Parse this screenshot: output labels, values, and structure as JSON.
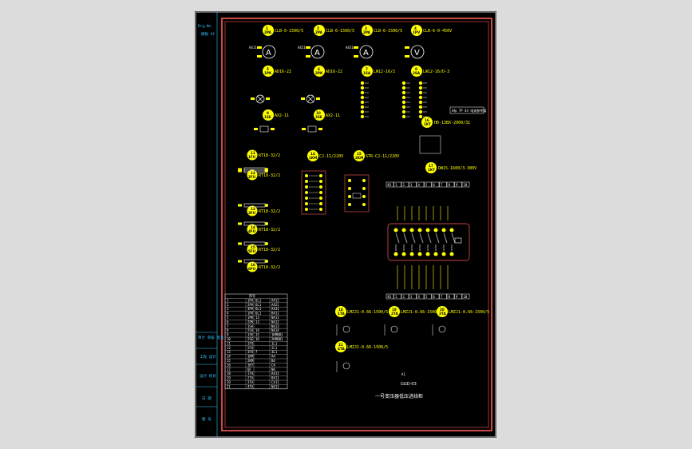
{
  "title_block": {
    "top_label": "Drg.No.",
    "sub_label": "模板 A1",
    "rows": [
      "审计 审核 批准",
      "工程 设计",
      "设计 校对",
      "日 期",
      "图 号"
    ]
  },
  "meters": [
    {
      "tag": "A",
      "num": "1",
      "code": "2PA",
      "label": "CLB-6-1500/5"
    },
    {
      "tag": "A",
      "num": "2",
      "code": "2PA",
      "label": "CLB-6-1500/5"
    },
    {
      "tag": "A",
      "num": "3",
      "code": "2PA",
      "label": "CLB-6-1500/5"
    },
    {
      "tag": "V",
      "num": "4",
      "code": "1PV",
      "label": "CLB-6-0-450V"
    }
  ],
  "meter_terminals": [
    "A411",
    "A421",
    "A431"
  ],
  "row2_devices": [
    {
      "num": "5",
      "code": "1PK",
      "label": "AD16-22"
    },
    {
      "num": "6",
      "code": "2PK",
      "label": "AD16-22"
    },
    {
      "num": "7",
      "code": "1SA",
      "label": "LW12-16/2"
    },
    {
      "num": "8",
      "code": "2SA",
      "label": "LW12-16/D-3"
    }
  ],
  "row3_devices": [
    {
      "num": "9",
      "code": "1SE",
      "label": "AX2-11"
    },
    {
      "num": "10",
      "code": "2SE",
      "label": "AX2-11"
    }
  ],
  "switch_box": "G标 TP 44 电流参考值",
  "right_devices": [
    {
      "num": "16",
      "code": "1KT",
      "label": "HD-13BX-2000/31"
    },
    {
      "num": "17",
      "code": "1KT",
      "label": "DW15-1600/3-380V"
    }
  ],
  "fuses": [
    {
      "num": "11",
      "code": "1FU",
      "label": "RT18-32/2"
    },
    {
      "num": "12",
      "code": "2FU",
      "label": "RT18-32/2"
    },
    {
      "num": "13",
      "code": "3FU",
      "label": "RT18-32/2"
    },
    {
      "num": "14",
      "code": "4FU",
      "label": "RT18-32/2"
    },
    {
      "num": "15",
      "code": "5FU",
      "label": "RT18-32/2"
    },
    {
      "num": "16",
      "code": "6FU",
      "label": "RT18-32/2"
    }
  ],
  "contactors": [
    {
      "num": "14",
      "code": "1KM",
      "label": "CJ-11/220V"
    },
    {
      "num": "15",
      "code": "2KM",
      "label": "STR-CJ-11/220V"
    }
  ],
  "terminal_row_top": [
    "N1",
    "1",
    "2",
    "3",
    "4",
    "5",
    "6",
    "7",
    "8",
    "9",
    "10"
  ],
  "ct_devices": [
    {
      "num": "18",
      "code": "1TA",
      "label": "LMZJ1-0.66-1500/5"
    },
    {
      "num": "19",
      "code": "2TA",
      "label": "LMZJ1-0.66-1500/5"
    },
    {
      "num": "20",
      "code": "3TA",
      "label": "LMZJ1-0.66-1500/5"
    },
    {
      "num": "21",
      "code": "4TA",
      "label": "LMZJ1-0.66-1500/5"
    }
  ],
  "table": {
    "header": "序号",
    "rows": [
      [
        "1",
        "1PA",
        "6L1",
        "A411"
      ],
      [
        "2",
        "2PA",
        "6L1",
        "A421"
      ],
      [
        "3",
        "3PA",
        "6L1",
        "A431"
      ],
      [
        "4",
        "1PV",
        "6L1",
        "B411"
      ],
      [
        "5",
        "1PK",
        "13",
        "N411"
      ],
      [
        "6",
        "2PK",
        "13",
        "N412"
      ],
      [
        "7",
        "1SA",
        "",
        "N413"
      ],
      [
        "8",
        "2SA",
        "14",
        "N414"
      ],
      [
        "9",
        "1SE",
        "15",
        "1KM001"
      ],
      [
        "10",
        "2SE",
        "16",
        "2KM001"
      ],
      [
        "11",
        "1FU",
        "",
        "1L1"
      ],
      [
        "12",
        "2FU",
        "",
        "2L1"
      ],
      [
        "13",
        "3FU",
        "7",
        "3L1"
      ],
      [
        "14",
        "1KM",
        "",
        "A4"
      ],
      [
        "15",
        "2KM",
        "",
        "B4"
      ],
      [
        "16",
        "1KT",
        "",
        "C4"
      ],
      [
        "17",
        "QF",
        "",
        "N4"
      ],
      [
        "18",
        "1TA",
        "",
        "A411"
      ],
      [
        "19",
        "2TA",
        "",
        "B411"
      ],
      [
        "20",
        "3TA",
        "",
        "C411"
      ],
      [
        "21",
        "4TA",
        "",
        "N411"
      ]
    ]
  },
  "drawing_code": "GGD-03",
  "drawing_title": "一号变压器低压进线柜",
  "page_mark": "A1"
}
